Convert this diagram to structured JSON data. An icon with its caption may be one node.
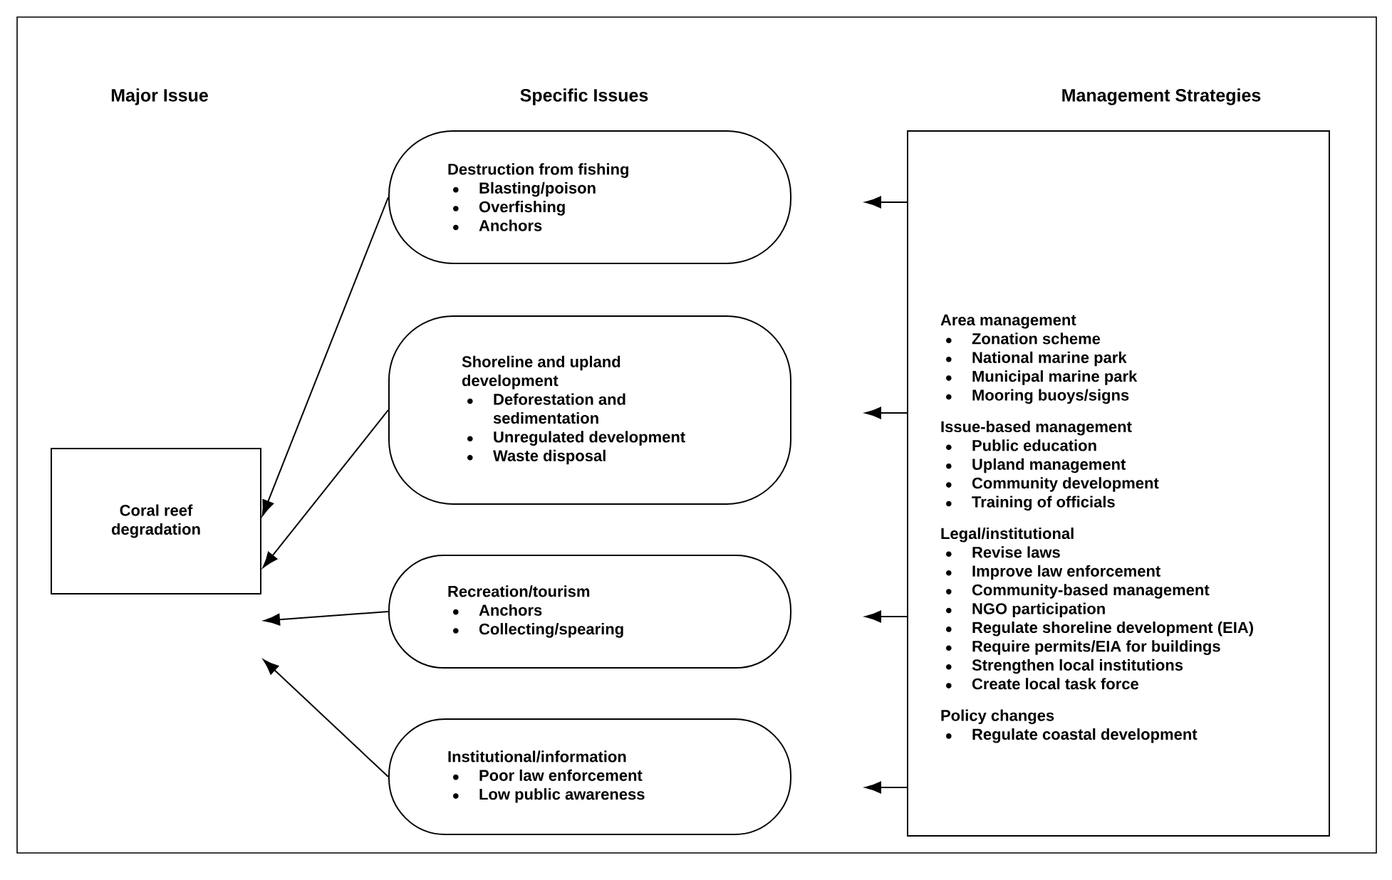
{
  "diagram": {
    "nodes": [
      {
        "text": [
          "Coral reef degradation"
        ]
      },
      {
        "text": [
          "Destruction from fishing",
          "Blasting/poison",
          "Overfishing",
          "Anchors"
        ]
      },
      {
        "text": [
          "Shoreline and upland development",
          "Deforestation and sedimentation",
          "Unregulated development",
          "Waste disposal"
        ]
      },
      {
        "text": [
          "Recreation/tourism",
          "Anchors",
          "Collecting/spearing"
        ]
      },
      {
        "text": [
          "Institutional/information",
          "Poor law enforcement",
          "Low public awareness"
        ]
      },
      {
        "text": [
          "Area management",
          "Zonation scheme",
          "National marine park",
          "Municipal marine park",
          "Mooring buoys/signs",
          "Issue-based management",
          "Public education",
          "Upland management",
          "Community development",
          "Training of officials",
          "Legal/institutional",
          "Revise laws",
          "Improve law enforcement",
          "Community-based management",
          "NGO participation",
          "Regulate shoreline development (EIA)",
          "Require permits/EIA for buildings",
          "Strengthen local institutions",
          "Create local task force",
          "Policy changes",
          "Regulate coastal development"
        ]
      }
    ],
    "edges": [
      {
        "from": 1,
        "to": 0,
        "arrow": "to"
      },
      {
        "from": 2,
        "to": 0,
        "arrow": "to"
      },
      {
        "from": 3,
        "to": 0,
        "arrow": "to"
      },
      {
        "from": 4,
        "to": 0,
        "arrow": "to"
      },
      {
        "from": 5,
        "to": null,
        "arrow": "to"
      },
      {
        "from": 5,
        "to": null,
        "arrow": "to"
      },
      {
        "from": 5,
        "to": null,
        "arrow": "to"
      },
      {
        "from": 5,
        "to": null,
        "arrow": "to"
      }
    ],
    "labels": [
      "Major Issue",
      "Specific Issues",
      "Management Strategies"
    ]
  }
}
